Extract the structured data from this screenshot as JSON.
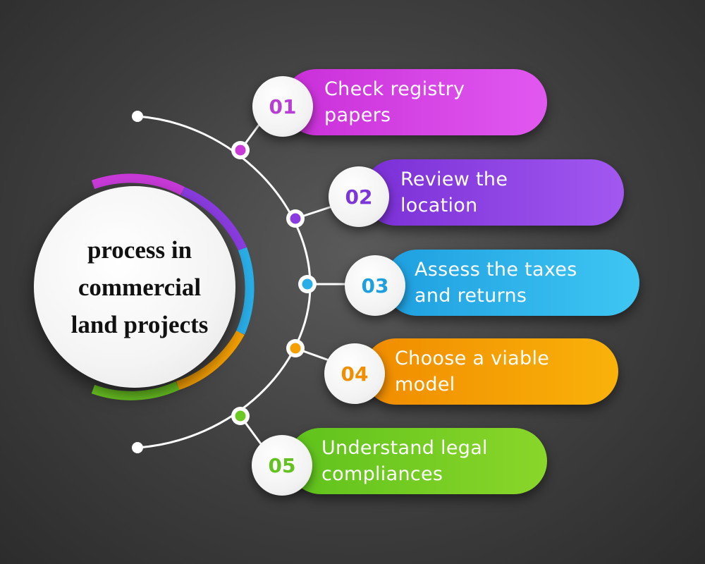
{
  "center": {
    "title": "process in commercial land projects"
  },
  "steps": [
    {
      "number": "01",
      "text": "Check registry papers",
      "color": "#c93ad9"
    },
    {
      "number": "02",
      "text": "Review the location",
      "color": "#8a3ce0"
    },
    {
      "number": "03",
      "text": "Assess the taxes and returns",
      "color": "#2aaee8"
    },
    {
      "number": "04",
      "text": "Choose a viable model",
      "color": "#f5a000"
    },
    {
      "number": "05",
      "text": "Understand legal compliances",
      "color": "#6cc823"
    }
  ],
  "colors": {
    "background": "#3e3e3e",
    "arc": "#ffffff",
    "step_colors": [
      "#c93ad9",
      "#8a3ce0",
      "#2aaee8",
      "#f5a000",
      "#6cc823"
    ]
  }
}
